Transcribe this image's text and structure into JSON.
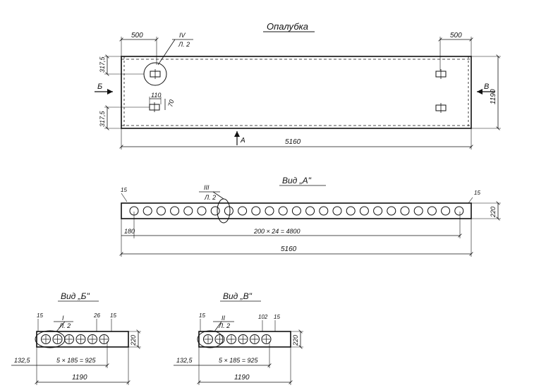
{
  "formwork": {
    "title": "Опалубка",
    "dims": {
      "left_top": "500",
      "right_top": "500",
      "total_len": "5160",
      "height": "1190",
      "edge_top": "317,5",
      "edge_bottom": "317,5",
      "loop_w": "110",
      "loop_h": "70"
    },
    "callout": {
      "num": "IV",
      "sheet": "Л. 2"
    },
    "view_marks": {
      "b": "Б",
      "v": "В",
      "a": "А"
    }
  },
  "view_a": {
    "title": "Вид „А\"",
    "dims": {
      "end_left": "15",
      "end_right": "15",
      "height": "220",
      "first": "180",
      "spacing": "200 × 24 = 4800",
      "total": "5160"
    },
    "callout": {
      "num": "III",
      "sheet": "Л. 2"
    }
  },
  "view_b": {
    "title": "Вид „Б\"",
    "dims": {
      "t1": "15",
      "t2": "26",
      "t3": "15",
      "height": "220",
      "first": "132,5",
      "spacing": "5 × 185 = 925",
      "total": "1190"
    },
    "callout": {
      "num": "I",
      "sheet": "Л. 2"
    }
  },
  "view_v": {
    "title": "Вид „В\"",
    "dims": {
      "t1": "15",
      "t2": "102",
      "t3": "15",
      "height": "220",
      "first": "132,5",
      "spacing": "5 × 185 = 925",
      "total": "1190"
    },
    "callout": {
      "num": "II",
      "sheet": "Л. 2"
    }
  }
}
